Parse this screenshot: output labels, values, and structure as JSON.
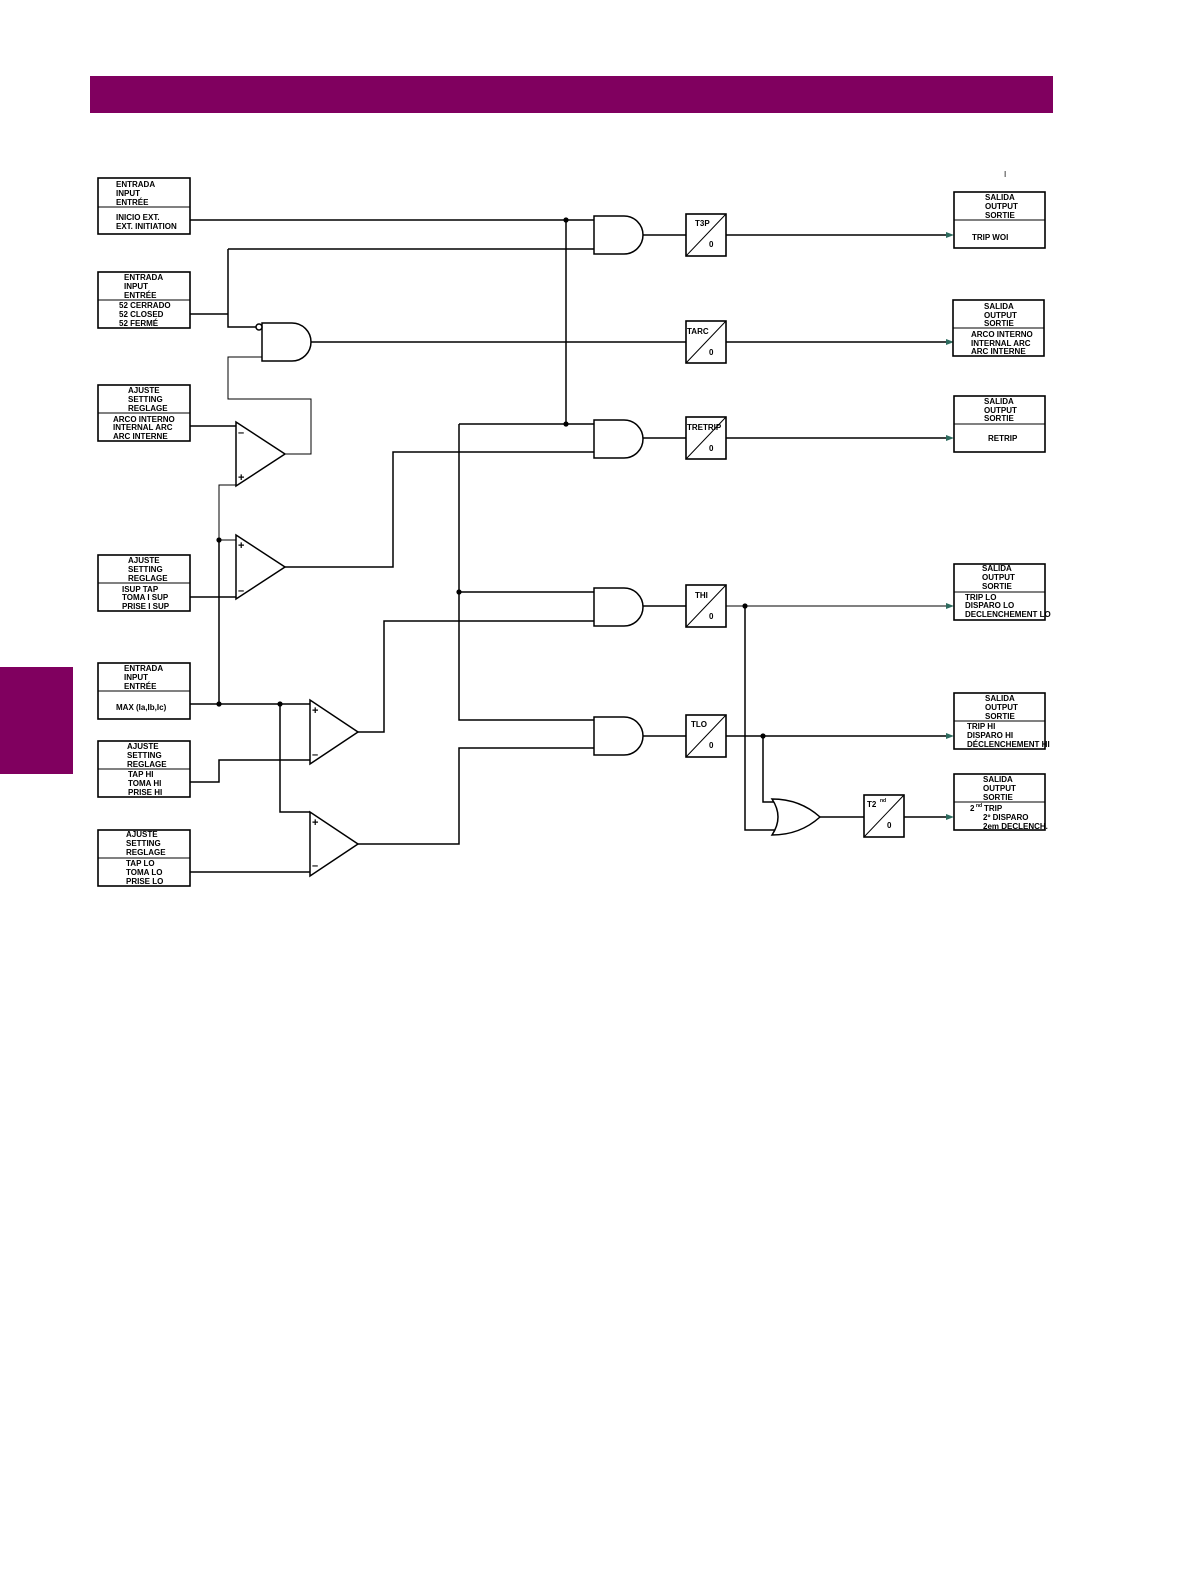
{
  "colors": {
    "accent": "#80005f",
    "wire": "#000000",
    "arrow": "#2d6b5e"
  },
  "top_mark": "I",
  "inputs": {
    "ext_init": {
      "header": [
        "ENTRADA",
        "INPUT",
        "ENTRÉE"
      ],
      "body": [
        "INICIO EXT.",
        "EXT. INITIATION"
      ]
    },
    "breaker_closed": {
      "header": [
        "ENTRADA",
        "INPUT",
        "ENTRÉE"
      ],
      "body": [
        "52 CERRADO",
        "52 CLOSED",
        "52 FERMÉ"
      ]
    },
    "internal_arc": {
      "header": [
        "AJUSTE",
        "SETTING",
        "REGLAGE"
      ],
      "body": [
        "ARCO INTERNO",
        "INTERNAL ARC",
        "ARC INTERNE"
      ]
    },
    "isup_tap": {
      "header": [
        "AJUSTE",
        "SETTING",
        "REGLAGE"
      ],
      "body": [
        "ISUP TAP",
        "TOMA I SUP",
        "PRISE I SUP"
      ]
    },
    "max_current": {
      "header": [
        "ENTRADA",
        "INPUT",
        "ENTRÉE"
      ],
      "body": [
        "MAX (Ia,Ib,Ic)"
      ]
    },
    "tap_hi": {
      "header": [
        "AJUSTE",
        "SETTING",
        "REGLAGE"
      ],
      "body": [
        "TAP HI",
        "TOMA HI",
        "PRISE HI"
      ]
    },
    "tap_lo": {
      "header": [
        "AJUSTE",
        "SETTING",
        "REGLAGE"
      ],
      "body": [
        "TAP LO",
        "TOMA LO",
        "PRISE LO"
      ]
    }
  },
  "comparators": {
    "plus": "+",
    "minus": "–"
  },
  "timers": {
    "t3p": {
      "label": "T3P",
      "value": "0"
    },
    "tarc": {
      "label": "TARC",
      "value": "0"
    },
    "tretrip": {
      "label": "TRETRIP",
      "value": "0"
    },
    "thi": {
      "label": "THI",
      "value": "0"
    },
    "tlo": {
      "label": "TLO",
      "value": "0"
    },
    "t2": {
      "label": "T2",
      "sup": "nd",
      "value": "0"
    }
  },
  "outputs": {
    "trip_woi": {
      "header": [
        "SALIDA",
        "OUTPUT",
        "SORTIE"
      ],
      "body": [
        "TRIP WOI"
      ]
    },
    "internal_arc": {
      "header": [
        "SALIDA",
        "OUTPUT",
        "SORTIE"
      ],
      "body": [
        "ARCO INTERNO",
        "INTERNAL ARC",
        "ARC INTERNE"
      ]
    },
    "retrip": {
      "header": [
        "SALIDA",
        "OUTPUT",
        "SORTIE"
      ],
      "body": [
        "RETRIP"
      ]
    },
    "trip_lo": {
      "header": [
        "SALIDA",
        "OUTPUT",
        "SORTIE"
      ],
      "body": [
        "TRIP LO",
        "DISPARO LO",
        "DECLENCHEMENT LO"
      ]
    },
    "trip_hi": {
      "header": [
        "SALIDA",
        "OUTPUT",
        "SORTIE"
      ],
      "body": [
        "TRIP HI",
        "DISPARO HI",
        "DÉCLENCHEMENT HI"
      ]
    },
    "second_trip": {
      "header": [
        "SALIDA",
        "OUTPUT",
        "SORTIE"
      ],
      "sup": "2",
      "body_sup": "nd",
      "body": [
        "TRIP",
        "2º DISPARO",
        "2em DECLENCH."
      ]
    }
  }
}
